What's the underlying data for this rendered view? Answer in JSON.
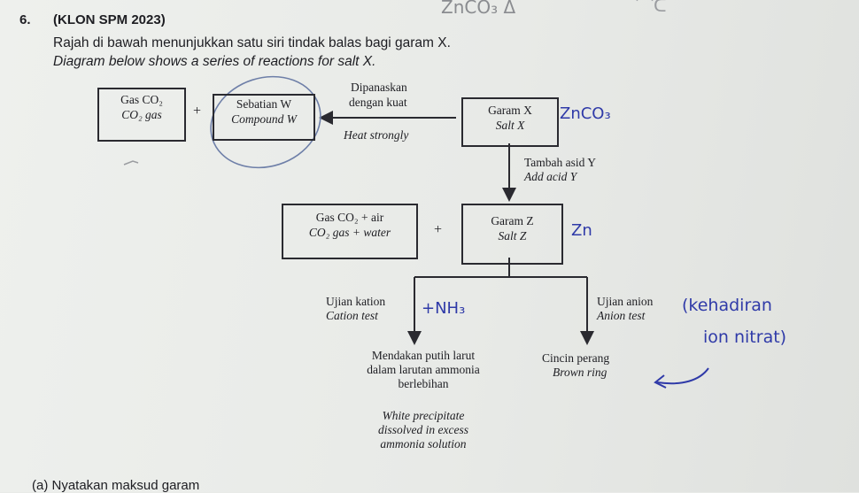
{
  "question": {
    "number": "6.",
    "source": "(KLON SPM 2023)",
    "stem_ms": "Rajah di bawah menunjukkan satu siri tindak balas bagi garam X.",
    "stem_en": "Diagram below shows a series of reactions for salt X."
  },
  "diagram": {
    "gas_co2_ms": "Gas CO₂",
    "gas_co2_en": "CO₂ gas",
    "plus": "+",
    "compound_w_ms": "Sebatian W",
    "compound_w_en": "Compound W",
    "heat_ms_1": "Dipanaskan",
    "heat_ms_2": "dengan kuat",
    "heat_en": "Heat strongly",
    "salt_x_ms": "Garam X",
    "salt_x_en": "Salt X",
    "add_acid_ms": "Tambah asid Y",
    "add_acid_en": "Add acid Y",
    "gas_water_ms": "Gas CO₂ + air",
    "gas_water_en": "CO₂ gas + water",
    "salt_z_ms": "Garam Z",
    "salt_z_en": "Salt Z",
    "cation_test_ms": "Ujian kation",
    "cation_test_en": "Cation test",
    "anion_test_ms": "Ujian anion",
    "anion_test_en": "Anion test",
    "precip_ms_1": "Mendakan putih larut",
    "precip_ms_2": "dalam larutan ammonia",
    "precip_ms_3": "berlebihan",
    "precip_en_1": "White precipitate",
    "precip_en_2": "dissolved in excess",
    "precip_en_3": "ammonia solution",
    "brown_ring_ms": "Cincin perang",
    "brown_ring_en": "Brown ring"
  },
  "handwriting": {
    "top_pencil": "ZnCO₃ Δ",
    "salt_x_note": "ZnCO₃",
    "salt_z_note": "Zn",
    "cation_note": "+NH₃",
    "anion_note_1": "(kehadiran",
    "anion_note_2": "ion nitrat)"
  },
  "part_a": "(a)   Nyatakan maksud garam"
}
